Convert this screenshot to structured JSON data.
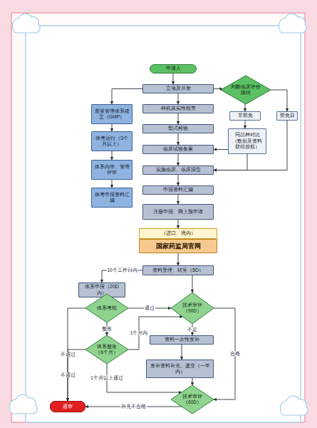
{
  "diagram": {
    "nodes": [
      {
        "text": [
          "申请人"
        ]
      },
      {
        "text": [
          "立项及开发"
        ]
      },
      {
        "text": [
          "判断临床评价路径"
        ]
      },
      {
        "text": [
          "质量管理体系建立（GMP）"
        ]
      },
      {
        "text": [
          "样机真实性核查"
        ]
      },
      {
        "text": [
          "非豁免"
        ]
      },
      {
        "text": [
          "豁免目"
        ]
      },
      {
        "text": [
          "型式检验"
        ]
      },
      {
        "text": [
          "体考运行（3个月以上）"
        ]
      },
      {
        "text": [
          "同品种对比（数据及资料获得授权）"
        ]
      },
      {
        "text": [
          "临床试验备案"
        ]
      },
      {
        "text": [
          "体系内审、管理评审"
        ]
      },
      {
        "text": [
          "实施临床、临床报告"
        ]
      },
      {
        "text": [
          "体考申报资料汇编"
        ]
      },
      {
        "text": [
          "申报资料汇编"
        ]
      },
      {
        "text": [
          "注册申报、网上预申请"
        ]
      },
      {
        "text": [
          "（进口、境内）"
        ]
      },
      {
        "text": [
          "国家药监局官网"
        ]
      },
      {
        "text": [
          "资料受理、转呈（5D）"
        ]
      },
      {
        "text": [
          "体系申报（20D内）"
        ]
      },
      {
        "text": [
          "体系考核"
        ]
      },
      {
        "text": [
          "技术审评（90D）"
        ]
      },
      {
        "text": [
          "体系整改（6个月）"
        ]
      },
      {
        "text": [
          "资料一次性发补"
        ]
      },
      {
        "text": [
          "发补资料补充、递交（一年内）"
        ]
      },
      {
        "text": [
          "技术审评（60D）"
        ]
      },
      {
        "text": [
          "退审"
        ]
      }
    ],
    "edges": [
      {
        "from": 0,
        "to": 1,
        "arrow": "to"
      },
      {
        "from": 1,
        "to": 2,
        "arrow": "to"
      },
      {
        "from": 1,
        "to": 3,
        "arrow": "to"
      },
      {
        "from": 1,
        "to": 4,
        "arrow": "to"
      },
      {
        "from": 2,
        "to": 5,
        "arrow": "to"
      },
      {
        "from": 2,
        "to": 6,
        "arrow": "to"
      },
      {
        "from": 4,
        "to": 7,
        "arrow": "to"
      },
      {
        "from": 3,
        "to": 8,
        "arrow": "to"
      },
      {
        "from": 5,
        "to": 9,
        "arrow": "to"
      },
      {
        "from": 7,
        "to": 10,
        "arrow": "to"
      },
      {
        "from": 8,
        "to": 11,
        "arrow": "to"
      },
      {
        "from": 9,
        "to": 10,
        "arrow": "to"
      },
      {
        "from": 10,
        "to": 12,
        "arrow": "to"
      },
      {
        "from": 9,
        "to": 12,
        "arrow": "to"
      },
      {
        "from": 6,
        "to": 12,
        "arrow": "to"
      },
      {
        "from": 11,
        "to": 13,
        "arrow": "to"
      },
      {
        "from": 12,
        "to": 14,
        "arrow": "to"
      },
      {
        "from": 14,
        "to": 15,
        "arrow": "to"
      },
      {
        "from": 15,
        "to": 16,
        "arrow": "to"
      },
      {
        "from": 17,
        "to": 18,
        "arrow": "to"
      },
      {
        "from": 18,
        "to": 19,
        "label": "10个工作日内",
        "arrow": "to"
      },
      {
        "from": 18,
        "to": 21,
        "arrow": "to"
      },
      {
        "from": 19,
        "to": 20,
        "arrow": "to"
      },
      {
        "from": 20,
        "to": 21,
        "label": "通过",
        "arrow": "to"
      },
      {
        "from": 20,
        "to": 22,
        "label": "整改",
        "arrow": "to"
      },
      {
        "from": 20,
        "to": 26,
        "label": "不通过",
        "arrow": "to"
      },
      {
        "from": 21,
        "to": 23,
        "label": "不足",
        "arrow": "to"
      },
      {
        "from": 22,
        "to": 26,
        "label": "不通过",
        "arrow": "to"
      },
      {
        "from": 22,
        "to": 21,
        "label": "1个月内",
        "arrow": "to"
      },
      {
        "from": 23,
        "to": 24,
        "arrow": "to"
      },
      {
        "from": 24,
        "to": 25,
        "arrow": "to"
      },
      {
        "from": 21,
        "to": 25,
        "label": "合格",
        "arrow": "to"
      },
      {
        "from": 22,
        "to": 25,
        "label": "1个月以上通过",
        "arrow": "to"
      },
      {
        "from": 25,
        "to": 26,
        "label": "补充不合格",
        "arrow": "to"
      }
    ]
  }
}
